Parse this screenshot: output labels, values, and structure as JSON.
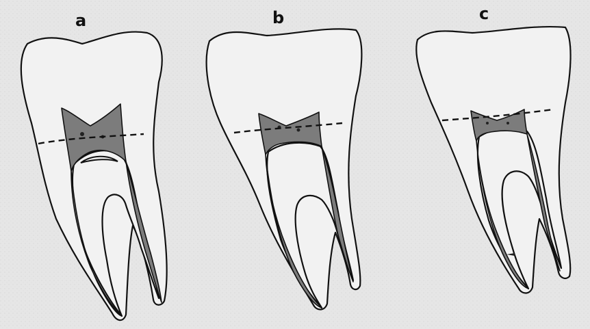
{
  "figure": {
    "panels": [
      {
        "id": "a",
        "label": "a"
      },
      {
        "id": "b",
        "label": "b"
      },
      {
        "id": "c",
        "label": "c"
      }
    ]
  },
  "colors": {
    "background": "#e6e6e6",
    "line": "#111111",
    "pulp_fill": "#7c7c7c"
  }
}
